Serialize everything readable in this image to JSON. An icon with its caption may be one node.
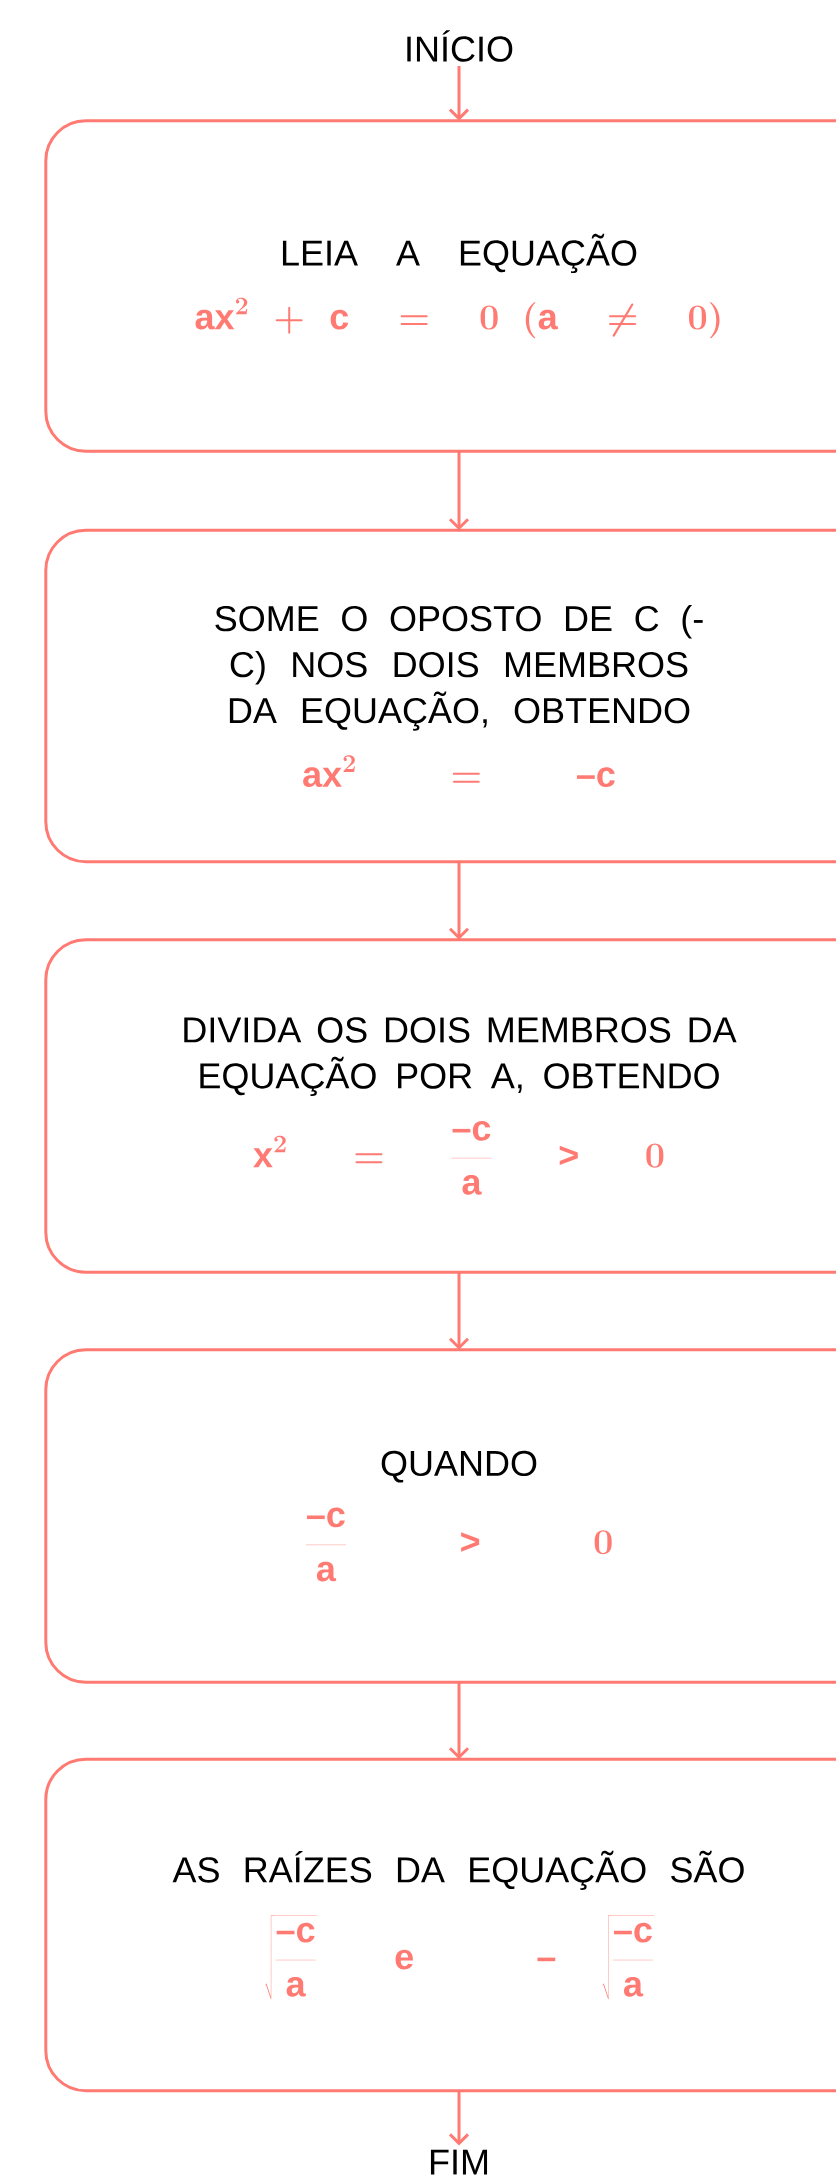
{
  "diagram": {
    "nodes": [
      {
        "text": [
          "INÍCIO"
        ]
      },
      {
        "text": [
          "LEIA A EQUAÇÃO",
          "ax^2 + c = 0\\ (a \\neq 0)"
        ]
      },
      {
        "text": [
          "SOME O OPOSTO DE C (-C) NOS DOIS MEMBROS DA EQUAÇÃO, OBTENDO",
          "ax^2 = -c"
        ]
      },
      {
        "text": [
          "DIVIDA OS DOIS MEMBROS DA EQUAÇÃO POR A, OBTENDO",
          "x^2 = \\frac{-c}{a} > 0"
        ]
      },
      {
        "text": [
          "QUANDO",
          "\\frac{-c}{a} > 0"
        ]
      },
      {
        "text": [
          "AS RAÍZES DA EQUAÇÃO SÃO",
          "\\sqrt{\\frac{-c}{a}}\\ \\ \\mathrm{e}\\ \\ -\\sqrt{\\frac{-c}{a}}"
        ]
      },
      {
        "text": [
          "FIM"
        ]
      }
    ],
    "edges": [
      {
        "from": 0,
        "to": 1,
        "arrow": "to"
      },
      {
        "from": 1,
        "to": 2,
        "arrow": "to"
      },
      {
        "from": 2,
        "to": 3,
        "arrow": "to"
      },
      {
        "from": 3,
        "to": 4,
        "arrow": "to"
      },
      {
        "from": 4,
        "to": 5,
        "arrow": "to"
      },
      {
        "from": 5,
        "to": 6,
        "arrow": "to"
      }
    ]
  }
}
